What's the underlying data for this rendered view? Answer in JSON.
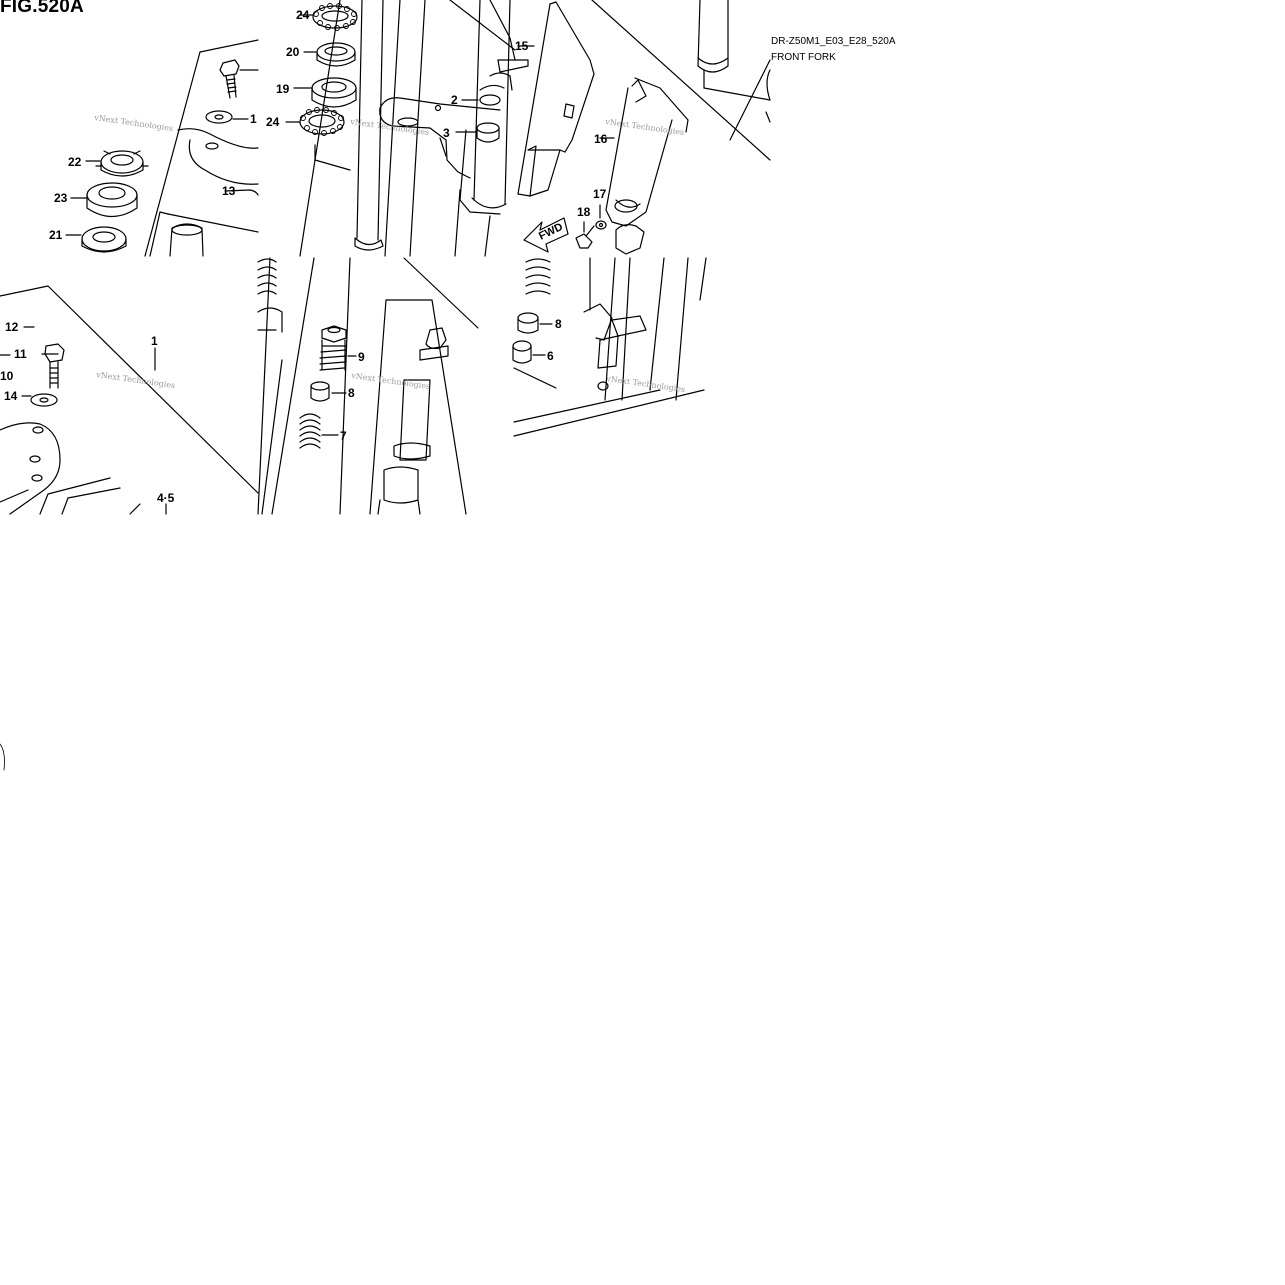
{
  "figure": {
    "title": "FIG.520A",
    "model_code": "DR-Z50M1_E03_E28_520A",
    "model_name": "FRONT FORK"
  },
  "watermark": "vNext Technologies",
  "direction_marker": "FWD",
  "callouts": {
    "c1a": "1",
    "c1b": "1",
    "c2": "2",
    "c3": "3",
    "c45": "4·5",
    "c6": "6",
    "c7": "7",
    "c8a": "8",
    "c8b": "8",
    "c9": "9",
    "c10": "10",
    "c11": "11",
    "c12": "12",
    "c13": "13",
    "c14": "14",
    "c15": "15",
    "c16": "16",
    "c17": "17",
    "c18": "18",
    "c19": "19",
    "c20": "20",
    "c21": "21",
    "c22": "22",
    "c23": "23",
    "c24a": "24",
    "c24b": "24"
  }
}
